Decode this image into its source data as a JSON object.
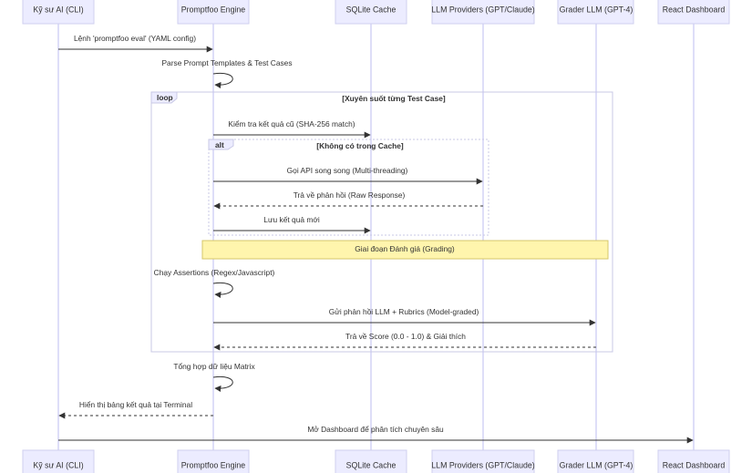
{
  "actors": [
    {
      "id": "engineer",
      "label": "Kỹ sư AI (CLI)"
    },
    {
      "id": "engine",
      "label": "Promptfoo Engine"
    },
    {
      "id": "cache",
      "label": "SQLite Cache"
    },
    {
      "id": "providers",
      "label": "LLM Providers (GPT/Claude)"
    },
    {
      "id": "grader",
      "label": "Grader LLM (GPT-4)"
    },
    {
      "id": "dashboard",
      "label": "React Dashboard"
    }
  ],
  "messages": [
    {
      "from": "engineer",
      "to": "engine",
      "label": "Lệnh 'promptfoo eval' (YAML config)",
      "style": "solid"
    },
    {
      "from": "engine",
      "to": "engine",
      "label": "Parse Prompt Templates & Test Cases",
      "style": "solid"
    },
    {
      "from": "engine",
      "to": "cache",
      "label": "Kiểm tra kết quả cũ (SHA-256 match)",
      "style": "solid"
    },
    {
      "from": "engine",
      "to": "providers",
      "label": "Gọi API song song (Multi-threading)",
      "style": "solid"
    },
    {
      "from": "providers",
      "to": "engine",
      "label": "Trả về phản hồi (Raw Response)",
      "style": "dashed"
    },
    {
      "from": "engine",
      "to": "cache",
      "label": "Lưu kết quả mới",
      "style": "solid"
    },
    {
      "from": "engine",
      "to": "engine",
      "label": "Chạy Assertions (Regex/Javascript)",
      "style": "solid"
    },
    {
      "from": "engine",
      "to": "grader",
      "label": "Gửi phản hồi LLM + Rubrics (Model-graded)",
      "style": "solid"
    },
    {
      "from": "grader",
      "to": "engine",
      "label": "Trả về Score (0.0 - 1.0) & Giải thích",
      "style": "dashed"
    },
    {
      "from": "engine",
      "to": "engine",
      "label": "Tổng hợp dữ liệu Matrix",
      "style": "solid"
    },
    {
      "from": "engine",
      "to": "engineer",
      "label": "Hiển thị bảng kết quả tại Terminal",
      "style": "dashed"
    },
    {
      "from": "engineer",
      "to": "dashboard",
      "label": "Mở Dashboard để phân tích chuyên sâu",
      "style": "solid"
    }
  ],
  "frames": [
    {
      "kind": "loop",
      "condition": "[Xuyên suốt từng Test Case]"
    },
    {
      "kind": "alt",
      "condition": "[Không có trong Cache]"
    }
  ],
  "note": {
    "text": "Giai đoạn Đánh giá (Grading)",
    "over": [
      "engine",
      "grader"
    ]
  }
}
